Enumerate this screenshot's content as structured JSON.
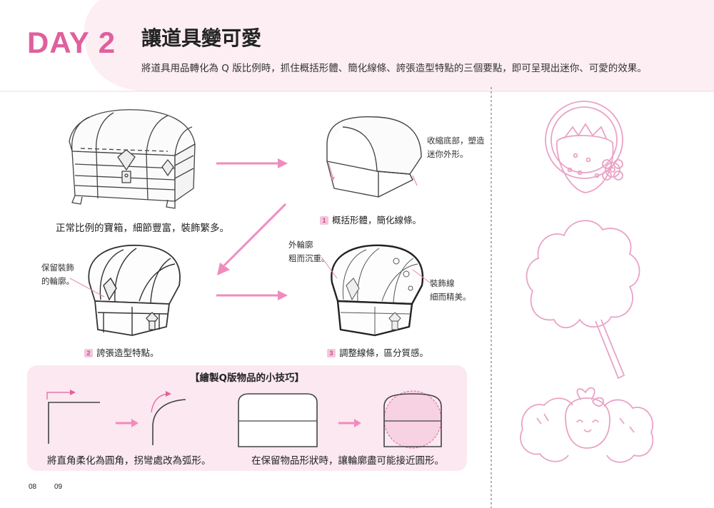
{
  "header": {
    "day_label": "DAY 2",
    "title": "讓道具變可愛",
    "subtitle": "將道具用品轉化為 Q 版比例時，抓住概括形體、簡化線條、誇張造型特點的三個要點，即可呈現出迷你、可愛的效果。"
  },
  "steps": {
    "normal_caption": "正常比例的寶箱，細節豐富，裝飾繁多。",
    "step1_num": "1",
    "step1_caption": "概括形體，簡化線條。",
    "step1_note_line1": "收縮底部，塑造",
    "step1_note_line2": "迷你外形。",
    "step2_num": "2",
    "step2_caption": "誇張造型特點。",
    "step2_note_line1": "保留裝飾",
    "step2_note_line2": "的輪廓。",
    "step3_num": "3",
    "step3_caption": "調整線條，區分質感。",
    "step3_note_outer_line1": "外輪廓",
    "step3_note_outer_line2": "粗而沉重。",
    "step3_note_deco_line1": "裝飾線",
    "step3_note_deco_line2": "細而精美。"
  },
  "tips": {
    "title": "【繪製Q版物品的小技巧】",
    "tip1": "將直角柔化為圓角，拐彎處改為弧形。",
    "tip2": "在保留物品形狀時，讓輪廓盡可能接近圓形。"
  },
  "footer": {
    "page_left": "08",
    "page_right": "09"
  },
  "colors": {
    "accent": "#e0609e",
    "arrow": "#f08cbc",
    "header_bg": "#fdeef3",
    "tips_bg": "#fbe8f1",
    "line_pink": "#eaa3c6"
  },
  "icons": {
    "strawberry_candy": "strawberry-candy-icon",
    "cotton_candy": "cotton-candy-icon",
    "bunny_bread": "bunny-bread-icon"
  }
}
